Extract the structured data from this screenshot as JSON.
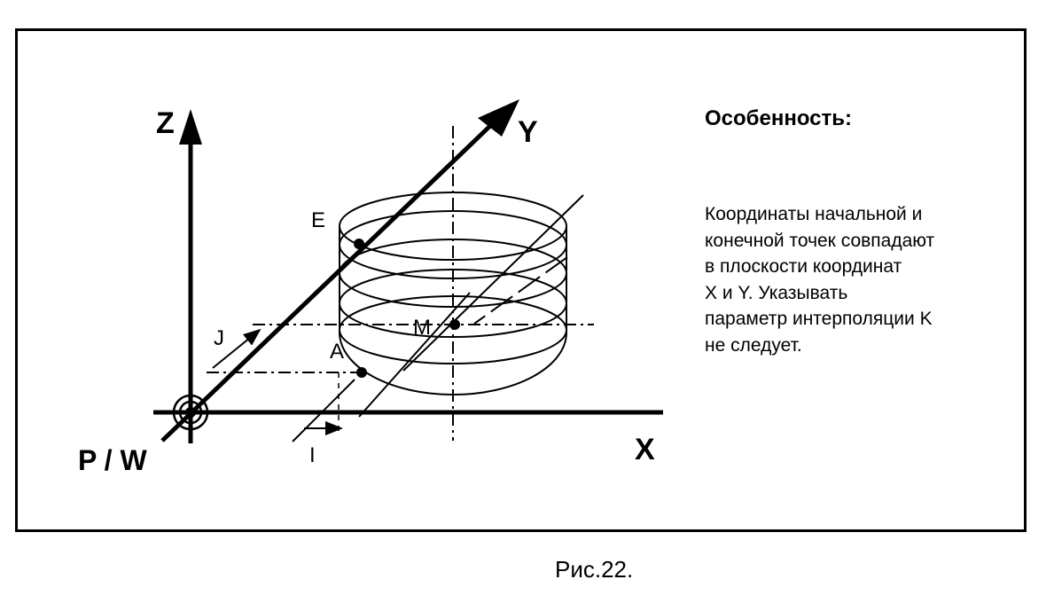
{
  "axes": {
    "z": "Z",
    "y": "Y",
    "x": "X",
    "origin": "P / W"
  },
  "points": {
    "e": "E",
    "m": "M",
    "a": "A",
    "j": "J",
    "i": "I"
  },
  "text": {
    "heading": "Особенность:",
    "lines": [
      "Координаты начальной и",
      "конечной точек совпадают",
      "в плоскости координат",
      "X и Y.  Указывать",
      "параметр интерполяции  K",
      "не следует."
    ]
  },
  "caption": "Рис.22."
}
